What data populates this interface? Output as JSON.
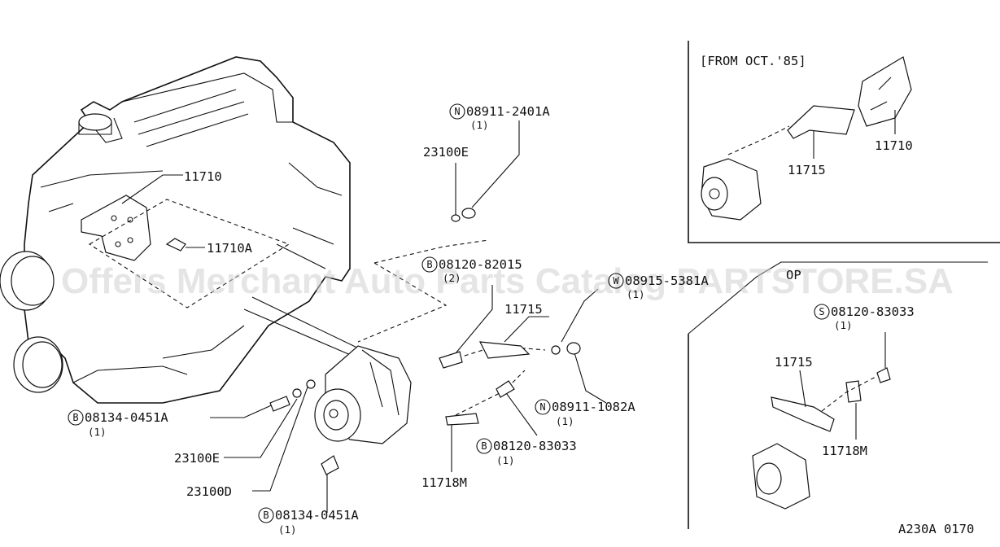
{
  "watermark": "Offers Merchant Auto Parts Catalog PARTSTORE.SA",
  "figure_code": "A230A 0170",
  "inset_top": {
    "title": "[FROM OCT.'85]",
    "labels": {
      "bracket": "11710",
      "stay": "11715"
    }
  },
  "inset_bottom": {
    "title": "OP",
    "bolt": {
      "symbol": "S",
      "part": "08120-83033",
      "qty": "(1)"
    },
    "labels": {
      "stay": "11715",
      "adjust_bar": "11718M"
    }
  },
  "main": {
    "bracket": "11710",
    "bolt_bracket": "11710A",
    "nut_top": {
      "symbol": "N",
      "part": "08911-2401A",
      "qty": "(1)"
    },
    "washer_top": "23100E",
    "bolt_upper": {
      "symbol": "B",
      "part": "08120-82015",
      "qty": "(2)"
    },
    "stay": "11715",
    "washer_right": {
      "symbol": "W",
      "part": "08915-5381A",
      "qty": "(1)"
    },
    "nut_lower": {
      "symbol": "N",
      "part": "08911-1082A",
      "qty": "(1)"
    },
    "bolt_adjust": {
      "symbol": "B",
      "part": "08120-83033",
      "qty": "(1)"
    },
    "adjust_bar": "11718M",
    "bolt_left": {
      "symbol": "B",
      "part": "08134-0451A",
      "qty": "(1)"
    },
    "washer_left": "23100E",
    "washer_d": "23100D",
    "bolt_bottom": {
      "symbol": "B",
      "part": "08134-0451A",
      "qty": "(1)"
    }
  }
}
